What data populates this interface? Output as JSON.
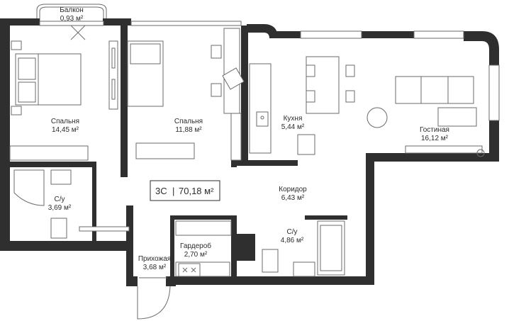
{
  "plan": {
    "badge": {
      "type": "3С",
      "separator": "|",
      "area": "70,18 м²"
    },
    "rooms": {
      "balcony": {
        "name": "Балкон",
        "area": "0,93 м²"
      },
      "bedroom1": {
        "name": "Спальня",
        "area": "14,45 м²"
      },
      "bedroom2": {
        "name": "Спальня",
        "area": "11,88 м²"
      },
      "kitchen": {
        "name": "Кухня",
        "area": "5,44 м²"
      },
      "living": {
        "name": "Гостиная",
        "area": "16,12 м²"
      },
      "bath1": {
        "name": "С/у",
        "area": "3,69 м²"
      },
      "corridor": {
        "name": "Коридор",
        "area": "6,43 м²"
      },
      "bath2": {
        "name": "С/у",
        "area": "4,86 м²"
      },
      "wardrobe": {
        "name": "Гардероб",
        "area": "2,70 м²"
      },
      "hall": {
        "name": "Прихожая",
        "area": "3,68 м²"
      }
    },
    "colors": {
      "wall": "#2f2f2f",
      "line": "#6b6b6b",
      "text": "#2b2b2b"
    }
  }
}
